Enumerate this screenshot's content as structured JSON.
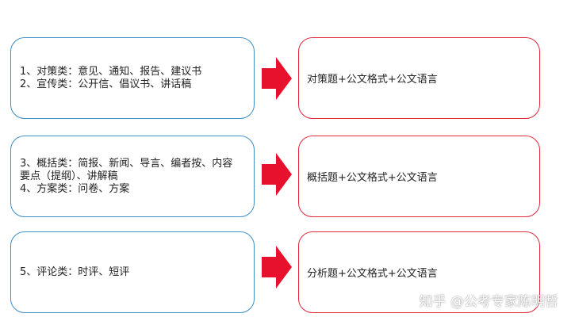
{
  "rows": [
    {
      "left_lines": [
        "1、对策类：意见、通知、报告、建议书",
        "2、宣传类：公开信、倡议书、讲话稿"
      ],
      "right_text": "对策题+公文格式+公文语言"
    },
    {
      "left_lines": [
        "3、概括类：简报、新闻、导言、编者按、内容",
        "要点（提纲）、讲解稿",
        "4、方案类：问卷、方案"
      ],
      "right_text": "概括题+公文格式+公文语言"
    },
    {
      "left_lines": [
        "5、评论类：时评、短评"
      ],
      "right_text": "分析题+公文格式+公文语言"
    }
  ],
  "watermark": "知乎 @公考专家陈明哲",
  "colors": {
    "left_border": "#3d8fc6",
    "right_border": "#e0283a",
    "arrow": "#e8112d"
  }
}
